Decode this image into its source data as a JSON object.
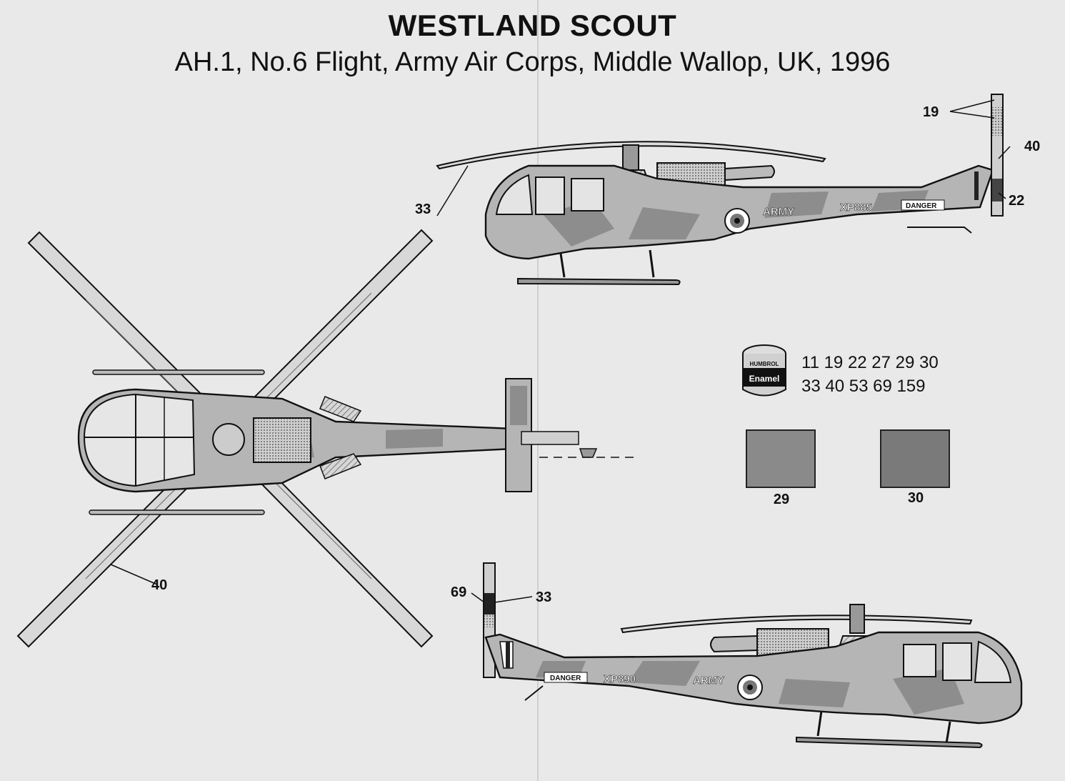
{
  "header": {
    "title": "WESTLAND SCOUT",
    "subtitle": "AH.1, No.6 Flight, Army Air Corps, Middle Wallop, UK, 1996"
  },
  "markings": {
    "army_text": "ARMY",
    "serial_right_side": "XP885",
    "serial_left_side": "XP890",
    "danger_text": "DANGER"
  },
  "paint_tin": {
    "brand": "HUMBROL",
    "type": "Enamel"
  },
  "paint_numbers": {
    "line1": "11 19 22 27 29 30",
    "line2": "33 40 53 69 159"
  },
  "swatches": [
    {
      "label": "29",
      "color": "#8a8a8a"
    },
    {
      "label": "30",
      "color": "#7a7a7a"
    }
  ],
  "callouts": {
    "c19": "19",
    "c40_tail": "40",
    "c22": "22",
    "c33_side": "33",
    "c40_rotor": "40",
    "c69": "69",
    "c33_tail": "33"
  },
  "colors": {
    "camo_light": "#b5b5b5",
    "camo_dark": "#8d8d8d",
    "paper": "#e9e9e9"
  }
}
